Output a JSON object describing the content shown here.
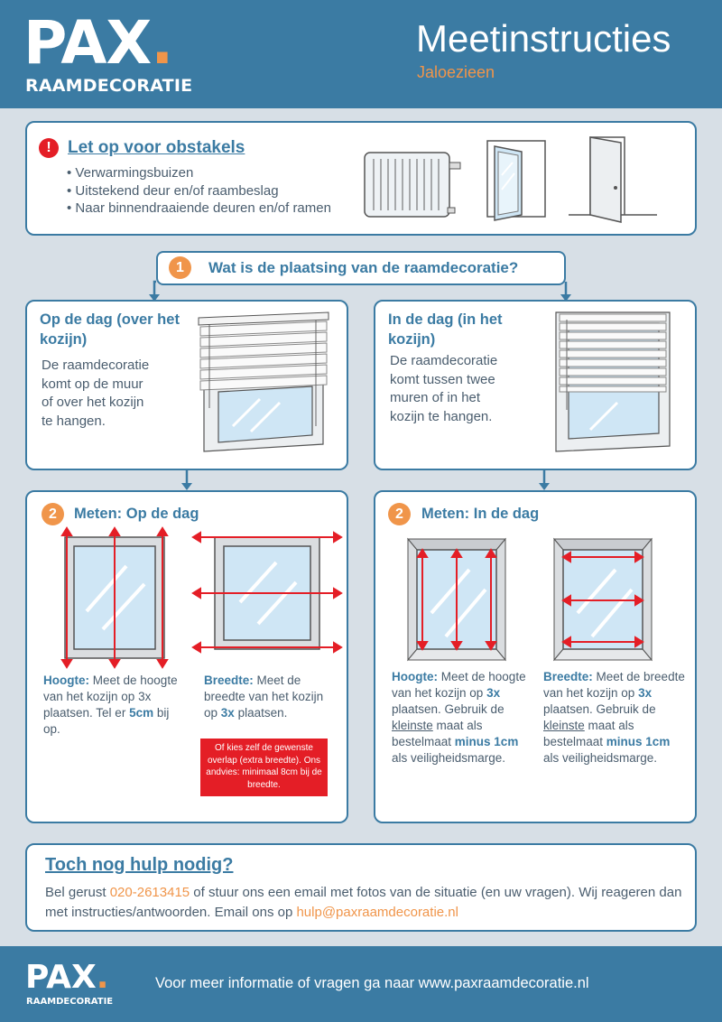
{
  "header": {
    "logo_text": "PAX",
    "logo_dot": ".",
    "logo_sub": "RAAMDECORATIE",
    "title": "Meetinstructies",
    "subtitle": "Jaloezieen"
  },
  "colors": {
    "brand_blue": "#3b7ba3",
    "accent_orange": "#f0954a",
    "warning_red": "#e41e26",
    "page_bg": "#d7dfe6"
  },
  "warning": {
    "icon": "exclamation-icon",
    "title": "Let op voor obstakels",
    "items": [
      "Verwarmingsbuizen",
      "Uitstekend deur en/of raambeslag",
      "Naar binnendraaiende deuren en/of ramen"
    ],
    "illustrations": [
      "radiator-icon",
      "open-window-icon",
      "open-door-icon"
    ]
  },
  "question": {
    "number": "1",
    "text": "Wat is de plaatsing van de raamdecoratie?"
  },
  "placement": {
    "left": {
      "title": "Op de dag (over het kozijn)",
      "lines": [
        "De raamdecoratie",
        "komt op de muur",
        "of over het kozijn",
        "te hangen."
      ]
    },
    "right": {
      "title": "In de dag (in het kozijn)",
      "lines": [
        "De raamdecoratie",
        "komt tussen twee",
        "muren of in het",
        "kozijn te hangen."
      ]
    }
  },
  "measure": {
    "left": {
      "number": "2",
      "title": "Meten: Op de dag",
      "height": {
        "label": "Hoogte:",
        "t1": " Meet de hoogte van het kozijn op 3x plaatsen. Tel er ",
        "b1": "5cm",
        "t2": " bij op."
      },
      "width": {
        "label": "Breedte:",
        "t1": " Meet de breedte van het kozijn op ",
        "b1": "3x",
        "t2": " plaatsen."
      },
      "note": "Of kies zelf de gewenste overlap (extra breedte). Ons andvies: minimaal 8cm bij de breedte."
    },
    "right": {
      "number": "2",
      "title": "Meten: In de dag",
      "height": {
        "label": "Hoogte:",
        "t1": " Meet de hoogte van het kozijn op ",
        "b1": "3x",
        "t2": " plaatsen. Gebruik de ",
        "u1": "kleinste",
        "t3": " maat als bestelmaat ",
        "b2": "minus 1cm",
        "t4": " als veiligheidsmarge."
      },
      "width": {
        "label": "Breedte:",
        "t1": " Meet de breedte van het kozijn op ",
        "b1": "3x",
        "t2": " plaatsen. Gebruik de ",
        "u1": "kleinste",
        "t3": " maat als bestelmaat ",
        "b2": "minus 1cm",
        "t4": " als veiligheidsmarge."
      }
    }
  },
  "help": {
    "title": "Toch nog hulp nodig?",
    "t1": "Bel gerust ",
    "phone": "020-2613415",
    "t2": " of stuur ons een email met fotos van de situatie (en uw vragen). Wij reageren dan met instructies/antwoorden. Email ons op ",
    "email": "hulp@paxraamdecoratie.nl"
  },
  "footer": {
    "logo_text": "PAX",
    "logo_dot": ".",
    "logo_sub": "RAAMDECORATIE",
    "text": "Voor meer informatie of vragen ga naar www.paxraamdecoratie.nl"
  }
}
